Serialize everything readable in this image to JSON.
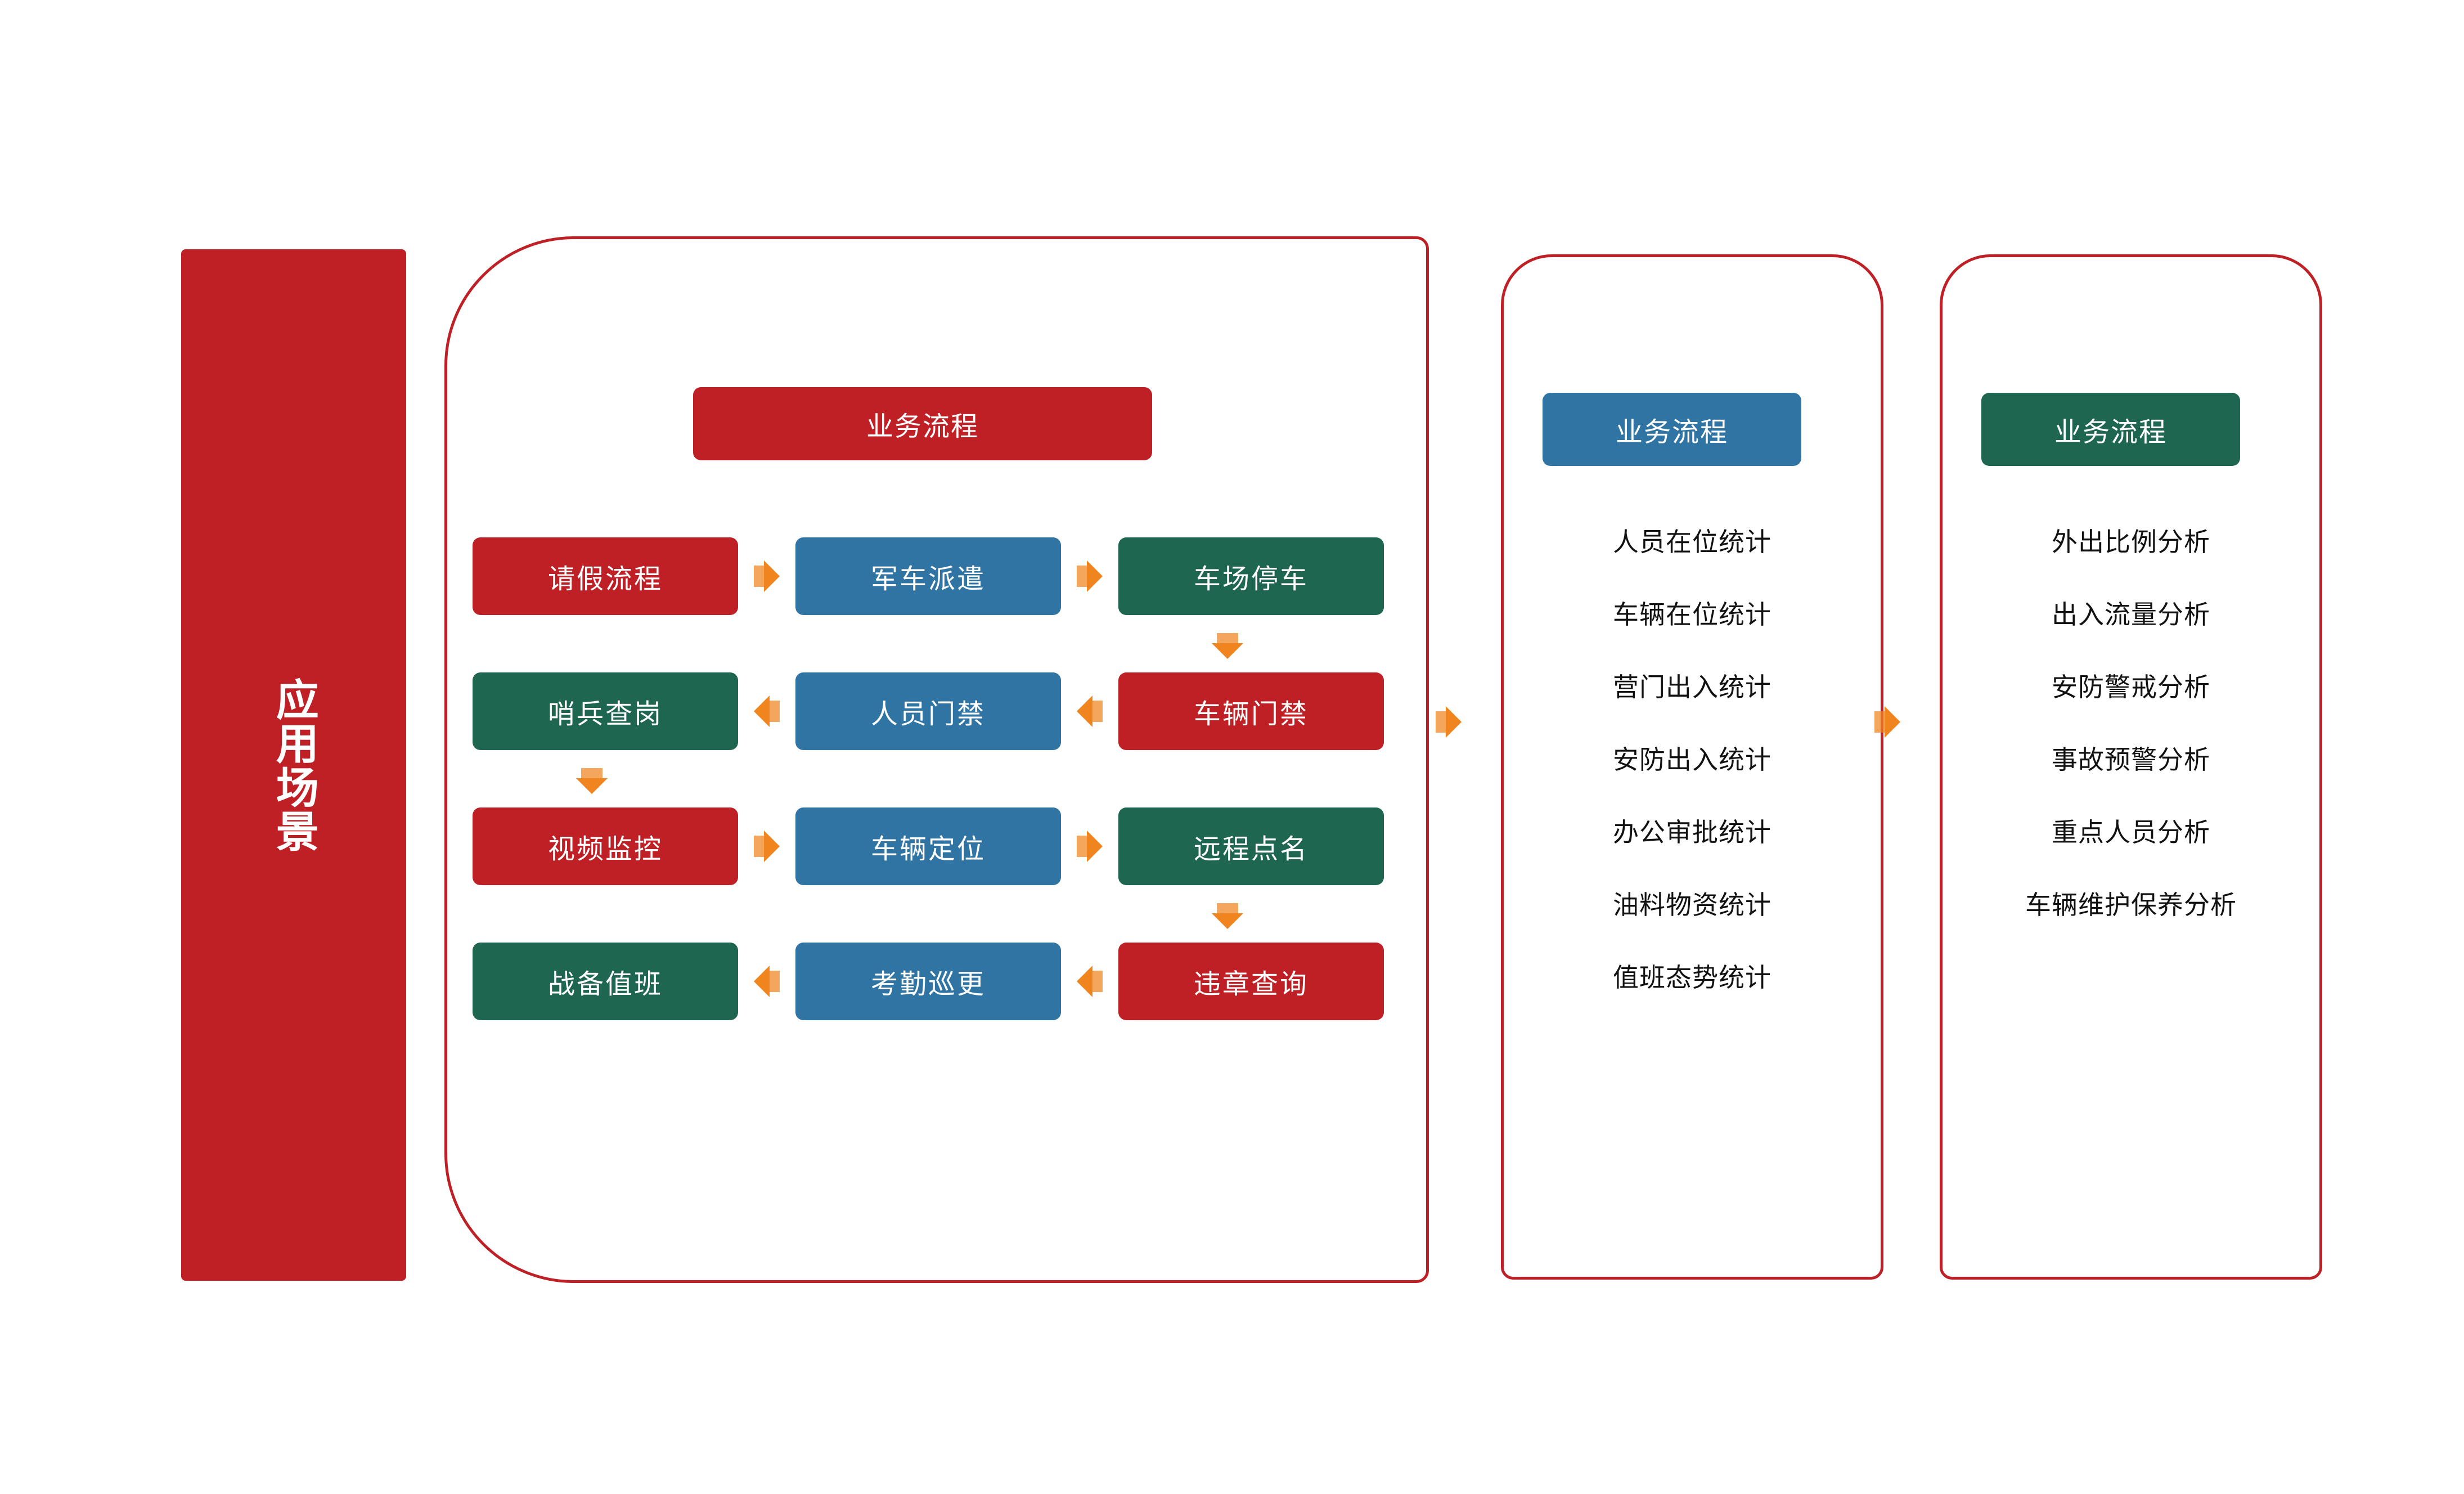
{
  "colors": {
    "red": "#BE2026",
    "blue": "#2F74A3",
    "green": "#1F6650",
    "orange": "#F0841E",
    "text_dark": "#121212",
    "white": "#FFFFFF"
  },
  "scenario_banner": {
    "label": "应用场景"
  },
  "process_panel": {
    "header": "业务流程",
    "rows": [
      {
        "direction": "right",
        "boxes": [
          {
            "label": "请假流程",
            "color": "red"
          },
          {
            "label": "军车派遣",
            "color": "blue"
          },
          {
            "label": "车场停车",
            "color": "green"
          }
        ]
      },
      {
        "direction": "left",
        "boxes": [
          {
            "label": "哨兵查岗",
            "color": "green"
          },
          {
            "label": "人员门禁",
            "color": "blue"
          },
          {
            "label": "车辆门禁",
            "color": "red"
          }
        ]
      },
      {
        "direction": "right",
        "boxes": [
          {
            "label": "视频监控",
            "color": "red"
          },
          {
            "label": "车辆定位",
            "color": "blue"
          },
          {
            "label": "远程点名",
            "color": "green"
          }
        ]
      },
      {
        "direction": "left",
        "boxes": [
          {
            "label": "战备值班",
            "color": "green"
          },
          {
            "label": "考勤巡更",
            "color": "blue"
          },
          {
            "label": "违章查询",
            "color": "red"
          }
        ]
      }
    ],
    "vertical_connectors": [
      {
        "from": "车场停车",
        "to": "车辆门禁",
        "direction": "down"
      },
      {
        "from": "哨兵查岗",
        "to": "视频监控",
        "direction": "down"
      },
      {
        "from": "远程点名",
        "to": "违章查询",
        "direction": "down"
      }
    ]
  },
  "statistics_panel": {
    "header": "业务流程",
    "items": [
      "人员在位统计",
      "车辆在位统计",
      "营门出入统计",
      "安防出入统计",
      "办公审批统计",
      "油料物资统计",
      "值班态势统计"
    ]
  },
  "analysis_panel": {
    "header": "业务流程",
    "items": [
      "外出比例分析",
      "出入流量分析",
      "安防警戒分析",
      "事故预警分析",
      "重点人员分析",
      "车辆维护保养分析"
    ]
  },
  "panel_connectors": [
    {
      "from": "process_panel",
      "to": "statistics_panel",
      "direction": "right"
    },
    {
      "from": "statistics_panel",
      "to": "analysis_panel",
      "direction": "right"
    }
  ]
}
